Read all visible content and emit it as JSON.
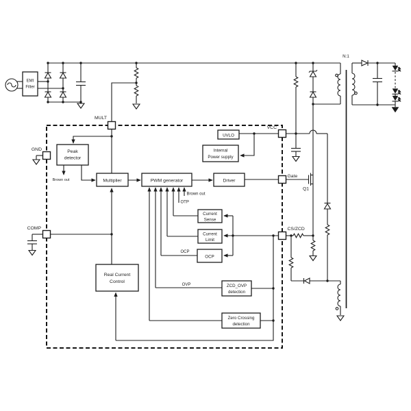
{
  "colors": {
    "line": "#1c1c1c",
    "background": "#ffffff"
  },
  "source": {
    "emi_line1": "EMI",
    "emi_line2": "Filter"
  },
  "transformer": {
    "ratio": "N:1"
  },
  "mosfet": {
    "label": "Q1"
  },
  "pins": {
    "mult": "MULT",
    "gnd": "GND",
    "comp": "COMP",
    "vcc": "VCC",
    "gate": "Gate",
    "cs_zcd": "CS/ZCD"
  },
  "blocks": {
    "peak_detector": {
      "line1": "Peak",
      "line2": "detector"
    },
    "multiplier": {
      "label": "Multiplier"
    },
    "pwm_generator": {
      "label": "PWM generator"
    },
    "driver": {
      "label": "Driver"
    },
    "uvlo": {
      "label": "UVLO"
    },
    "internal_power_supply": {
      "line1": "Internal",
      "line2": "Power supply"
    },
    "current_sense": {
      "line1": "Current",
      "line2": "Sense"
    },
    "current_limit": {
      "line1": "Current",
      "line2": "Limit"
    },
    "ocp": {
      "label": "OCP"
    },
    "zcd_ovp_detection": {
      "line1": "ZCD_OVP",
      "line2": "detection"
    },
    "zero_crossing_detection": {
      "line1": "Zero Crossing",
      "line2": "detection"
    },
    "real_current_control": {
      "line1": "Real Current",
      "line2": "Control"
    }
  },
  "signals": {
    "brown_out_peak": "Brown out",
    "brown_out_pwm": "Brown out",
    "otp": "OTP",
    "ocp": "OCP",
    "ovp": "OVP"
  }
}
